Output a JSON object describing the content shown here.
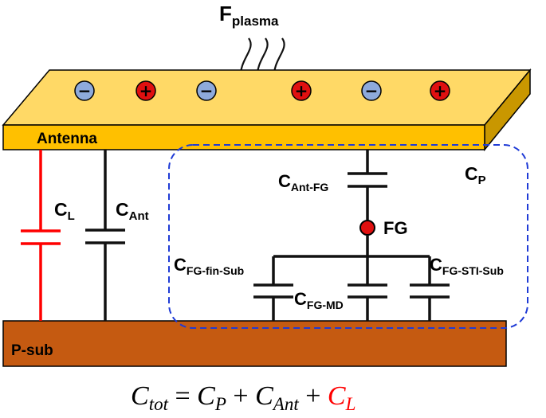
{
  "plasma": {
    "base": "F",
    "sub": "plasma"
  },
  "antenna": {
    "label": "Antenna",
    "charges": [
      "−",
      "+",
      "−",
      "+",
      "−",
      "+"
    ]
  },
  "substrate": {
    "label": "P-sub"
  },
  "capacitors": {
    "cl": {
      "base": "C",
      "sub": "L"
    },
    "cant": {
      "base": "C",
      "sub": "Ant"
    },
    "cant_fg": {
      "base": "C",
      "sub": "Ant-FG"
    },
    "cp": {
      "base": "C",
      "sub": "P"
    },
    "fin_sub": {
      "base": "C",
      "sub": "FG-fin-Sub"
    },
    "md": {
      "base": "C",
      "sub": "FG-MD"
    },
    "sti_sub": {
      "base": "C",
      "sub": "FG-STI-Sub"
    }
  },
  "fg_node": {
    "label": "FG"
  },
  "equation": {
    "lhs_base": "C",
    "lhs_sub": "tot",
    "eq": " = ",
    "t1_base": "C",
    "t1_sub": "P",
    "plus1": " + ",
    "t2_base": "C",
    "t2_sub": "Ant",
    "plus2": " + ",
    "t3_base": "C",
    "t3_sub": "L"
  },
  "colors": {
    "antenna_face": "#ffc000",
    "antenna_top": "#ffd966",
    "antenna_side": "#c99700",
    "substrate": "#c55a11",
    "negative": "#8eaadb",
    "positive": "#e01010",
    "cl": "#ff0000",
    "blue": "#1f3bd6",
    "wire": "#111111"
  }
}
